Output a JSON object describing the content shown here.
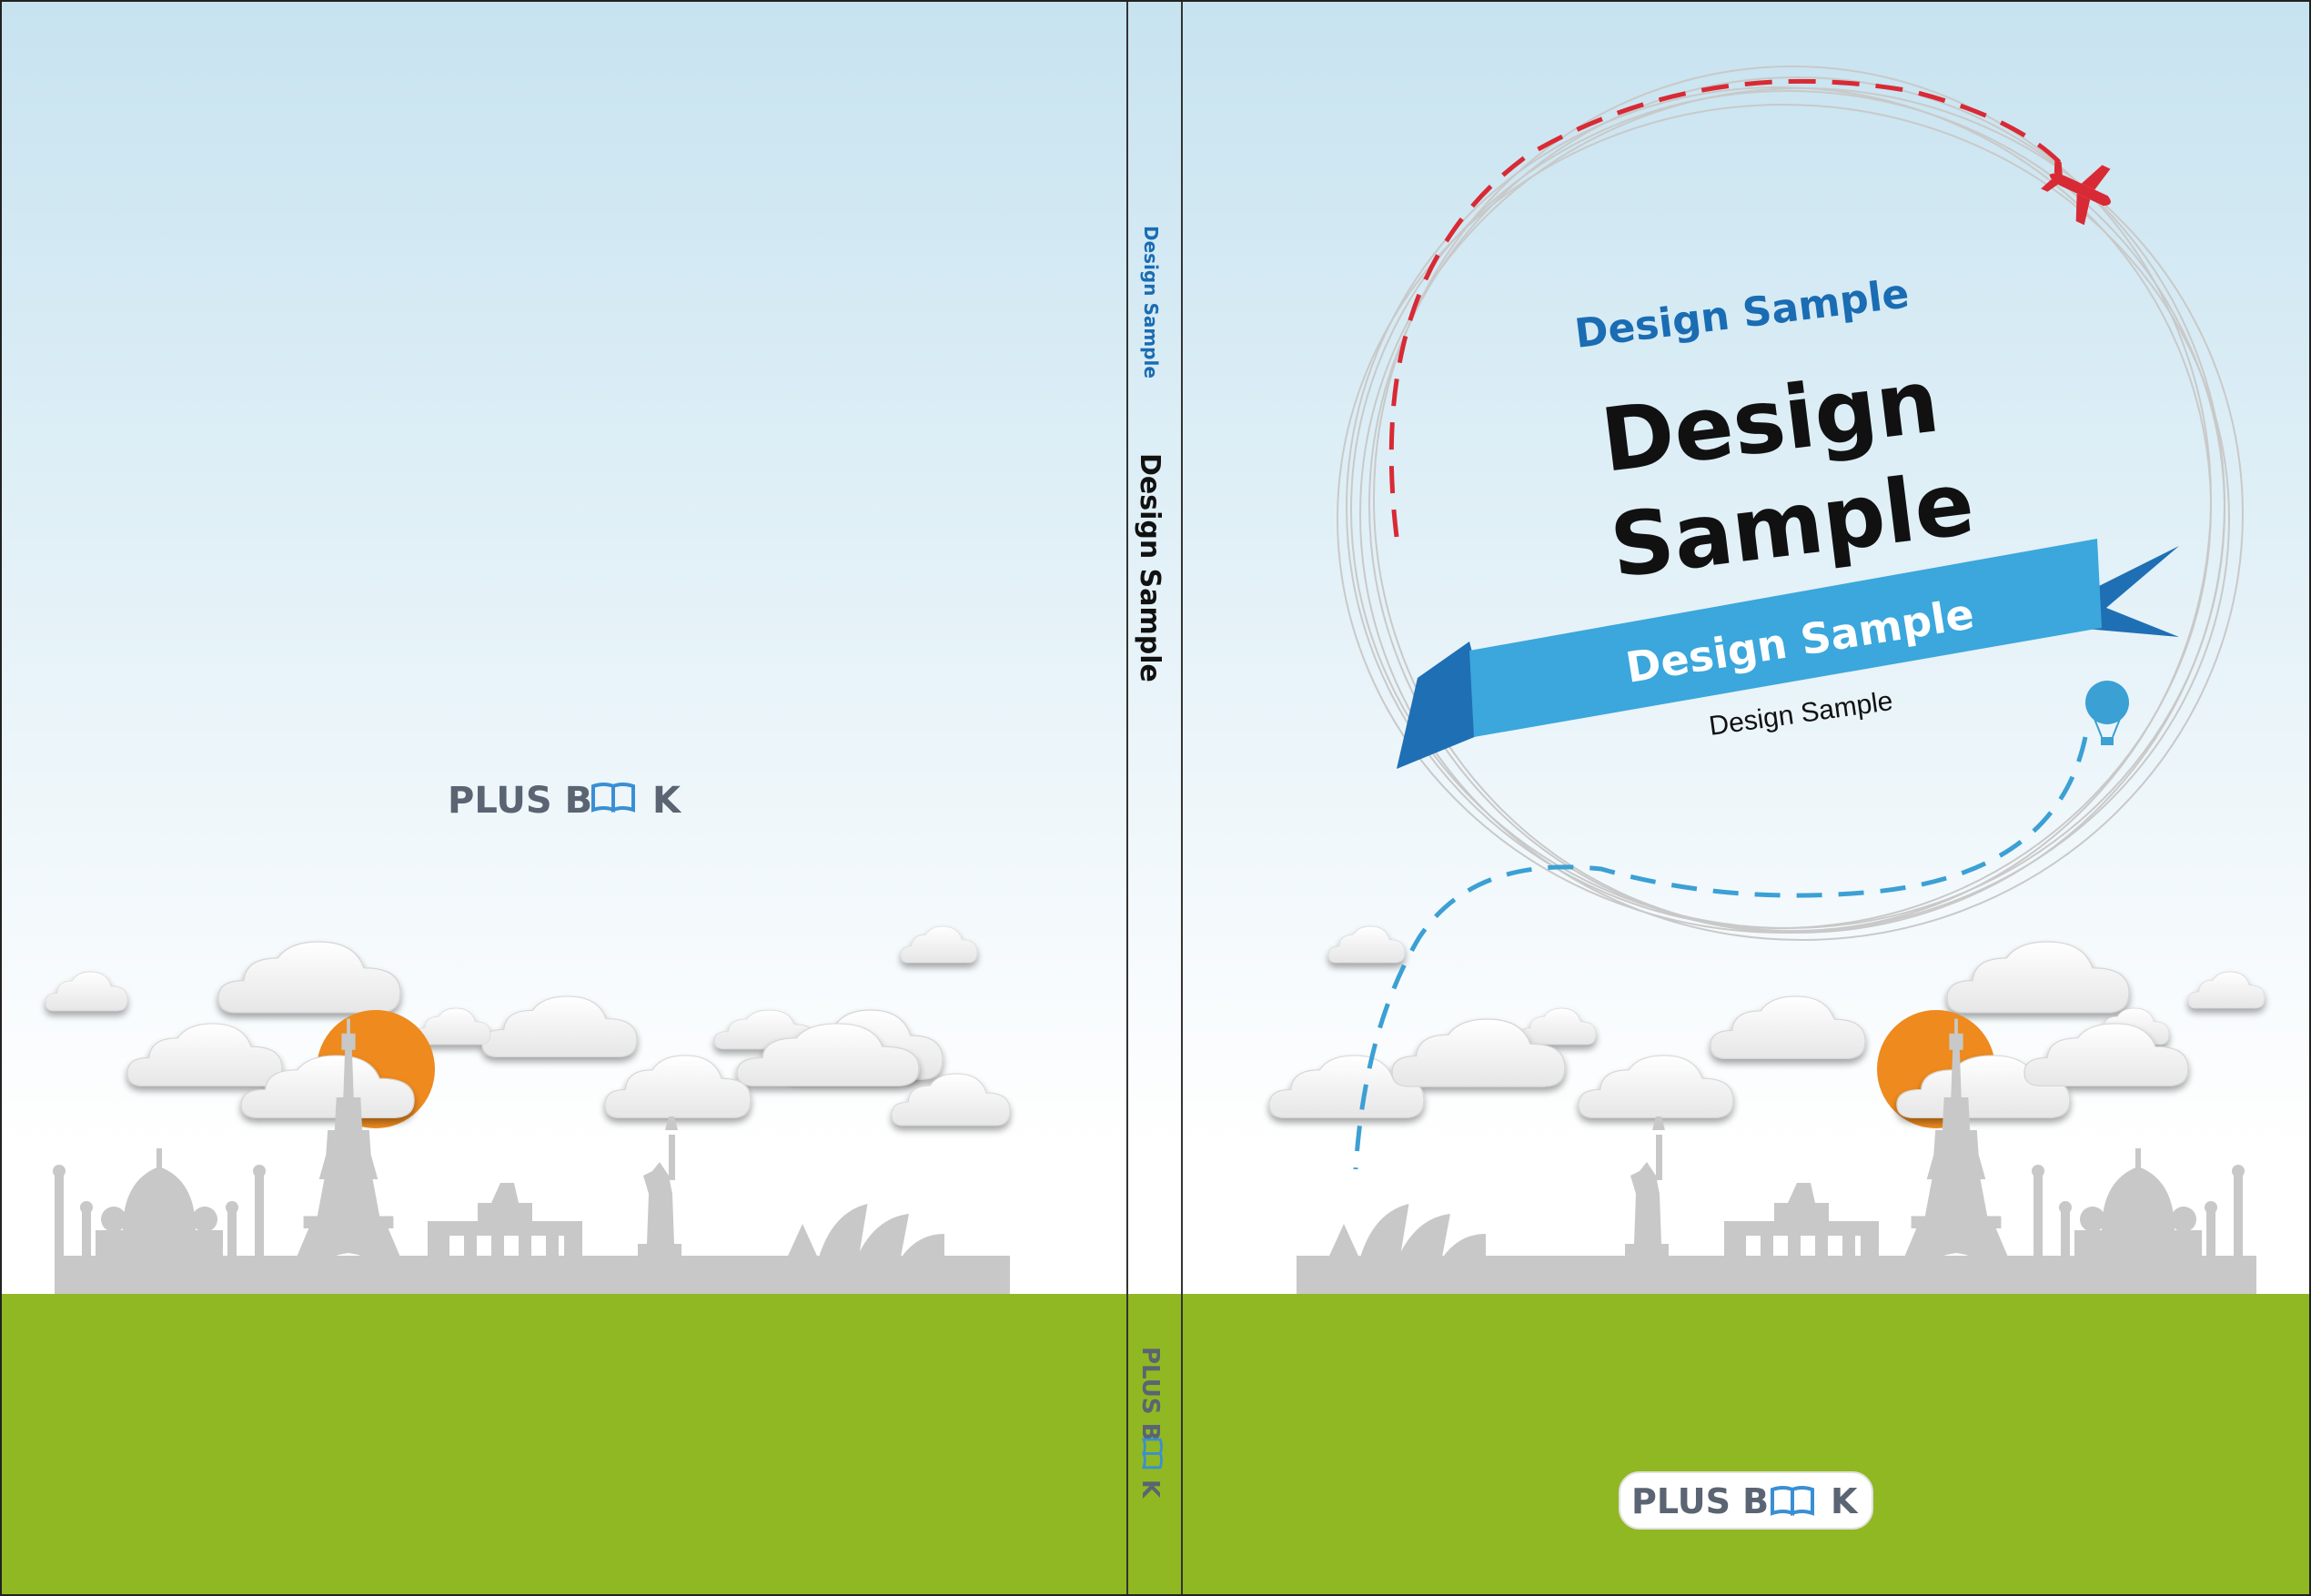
{
  "colors": {
    "sky_top": "#c9e4f0",
    "sky_bottom": "#ffffff",
    "grass": "#90b822",
    "landmark": "#c8c8c8",
    "sun": "#ee8a1e",
    "blue_text": "#1a6cb3",
    "ribbon": "#3ba7dc",
    "ribbon_dark": "#1f6fb4",
    "flight_path": "#d82a35",
    "balloon_path": "#3ba0d4",
    "logo_gray": "#5a6472",
    "logo_blue": "#3a8fd4"
  },
  "icons": [
    "airplane-icon",
    "hot-air-balloon-icon",
    "open-book-icon",
    "sun-icon",
    "cloud-icon",
    "eiffel-tower-icon",
    "taj-mahal-icon",
    "brandenburg-gate-icon",
    "statue-of-liberty-icon",
    "sydney-opera-house-icon"
  ],
  "front_cover": {
    "subtitle": "Design Sample",
    "title_line1": "Design",
    "title_line2": "Sample",
    "ribbon_text": "Design Sample",
    "caption": "Design Sample"
  },
  "spine": {
    "top_label": "Design Sample",
    "title": "Design Sample"
  },
  "branding": {
    "logo_prefix": "PLUS B",
    "logo_suffix": "K"
  }
}
